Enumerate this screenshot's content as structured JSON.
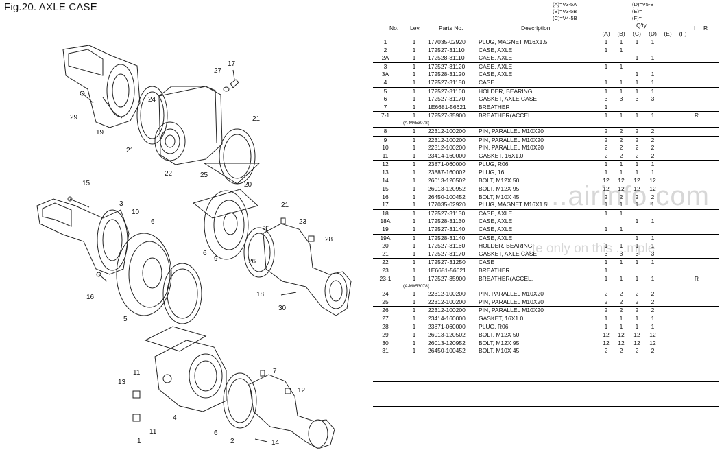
{
  "figure": {
    "title": "Fig.20.  AXLE CASE"
  },
  "model_key": [
    "(A)=V3-5A",
    "(B)=V3-5B",
    "(C)=V4-5B",
    "(D)=V5-B",
    "(E)=",
    "(F)="
  ],
  "table_header": {
    "no": "No.",
    "lev": "Lev.",
    "part_no": "Parts No.",
    "description": "Description",
    "qty": "Q'ty",
    "qty_cols": [
      "(A)",
      "(B)",
      "(C)",
      "(D)",
      "(E)",
      "(F)"
    ],
    "i": "I",
    "r": "R"
  },
  "parts": [
    {
      "no": "1",
      "lev": "1",
      "pn": "177035-02920",
      "desc": "PLUG, MAGNET M16X1.5",
      "q": [
        "1",
        "1",
        "1",
        "1"
      ],
      "r": "",
      "sep": false
    },
    {
      "no": "2",
      "lev": "1",
      "pn": "172527-31110",
      "desc": "CASE, AXLE",
      "q": [
        "1",
        "1",
        "",
        ""
      ],
      "r": "",
      "sep": false
    },
    {
      "no": "2A",
      "lev": "1",
      "pn": "172528-31110",
      "desc": "CASE, AXLE",
      "q": [
        "",
        "",
        "1",
        "1"
      ],
      "r": "",
      "sep": false
    },
    {
      "no": "3",
      "lev": "1",
      "pn": "172527-31120",
      "desc": "CASE, AXLE",
      "q": [
        "1",
        "1",
        "",
        ""
      ],
      "r": "",
      "sep": true
    },
    {
      "no": "3A",
      "lev": "1",
      "pn": "172528-31120",
      "desc": "CASE, AXLE",
      "q": [
        "",
        "",
        "1",
        "1"
      ],
      "r": "",
      "sep": false
    },
    {
      "no": "4",
      "lev": "1",
      "pn": "172527-31150",
      "desc": "CASE",
      "q": [
        "1",
        "1",
        "1",
        "1"
      ],
      "r": "",
      "sep": false
    },
    {
      "no": "5",
      "lev": "1",
      "pn": "172527-31160",
      "desc": "HOLDER, BEARING",
      "q": [
        "1",
        "1",
        "1",
        "1"
      ],
      "r": "",
      "sep": true
    },
    {
      "no": "6",
      "lev": "1",
      "pn": "172527-31170",
      "desc": "GASKET, AXLE CASE",
      "q": [
        "3",
        "3",
        "3",
        "3"
      ],
      "r": "",
      "sep": false
    },
    {
      "no": "7",
      "lev": "1",
      "pn": "1E6681-56621",
      "desc": "BREATHER",
      "q": [
        "1",
        "",
        "",
        ""
      ],
      "r": "",
      "sep": false
    },
    {
      "no": "7-1",
      "lev": "1",
      "pn": "172527-35900",
      "desc": "BREATHER(ACCEL.",
      "q": [
        "1",
        "1",
        "1",
        "1"
      ],
      "r": "R",
      "sep": true
    },
    {
      "note": "(A-M#53078)"
    },
    {
      "no": "8",
      "lev": "1",
      "pn": "22312-100200",
      "desc": "PIN, PARALLEL M10X20",
      "q": [
        "2",
        "2",
        "2",
        "2"
      ],
      "r": "",
      "sep": true
    },
    {
      "no": "9",
      "lev": "1",
      "pn": "22312-100200",
      "desc": "PIN, PARALLEL M10X20",
      "q": [
        "2",
        "2",
        "2",
        "2"
      ],
      "r": "",
      "sep": true
    },
    {
      "no": "10",
      "lev": "1",
      "pn": "22312-100200",
      "desc": "PIN, PARALLEL M10X20",
      "q": [
        "2",
        "2",
        "2",
        "2"
      ],
      "r": "",
      "sep": false
    },
    {
      "no": "11",
      "lev": "1",
      "pn": "23414-160000",
      "desc": "GASKET, 16X1.0",
      "q": [
        "2",
        "2",
        "2",
        "2"
      ],
      "r": "",
      "sep": false
    },
    {
      "no": "12",
      "lev": "1",
      "pn": "23871-060000",
      "desc": "PLUG, R06",
      "q": [
        "1",
        "1",
        "1",
        "1"
      ],
      "r": "",
      "sep": true
    },
    {
      "no": "13",
      "lev": "1",
      "pn": "23887-160002",
      "desc": "PLUG, 16",
      "q": [
        "1",
        "1",
        "1",
        "1"
      ],
      "r": "",
      "sep": false
    },
    {
      "no": "14",
      "lev": "1",
      "pn": "26013-120502",
      "desc": "BOLT, M12X 50",
      "q": [
        "12",
        "12",
        "12",
        "12"
      ],
      "r": "",
      "sep": false
    },
    {
      "no": "15",
      "lev": "1",
      "pn": "26013-120952",
      "desc": "BOLT, M12X 95",
      "q": [
        "12",
        "12",
        "12",
        "12"
      ],
      "r": "",
      "sep": true
    },
    {
      "no": "16",
      "lev": "1",
      "pn": "26450-100452",
      "desc": "BOLT, M10X 45",
      "q": [
        "2",
        "2",
        "2",
        "2"
      ],
      "r": "",
      "sep": false
    },
    {
      "no": "17",
      "lev": "1",
      "pn": "177035-02920",
      "desc": "PLUG, MAGNET M16X1.5",
      "q": [
        "1",
        "1",
        "1",
        "1"
      ],
      "r": "",
      "sep": false
    },
    {
      "no": "18",
      "lev": "1",
      "pn": "172527-31130",
      "desc": "CASE, AXLE",
      "q": [
        "1",
        "1",
        "",
        ""
      ],
      "r": "",
      "sep": true
    },
    {
      "no": "18A",
      "lev": "1",
      "pn": "172528-31130",
      "desc": "CASE, AXLE",
      "q": [
        "",
        "",
        "1",
        "1"
      ],
      "r": "",
      "sep": false
    },
    {
      "no": "19",
      "lev": "1",
      "pn": "172527-31140",
      "desc": "CASE, AXLE",
      "q": [
        "1",
        "1",
        "",
        ""
      ],
      "r": "",
      "sep": false
    },
    {
      "no": "19A",
      "lev": "1",
      "pn": "172528-31140",
      "desc": "CASE, AXLE",
      "q": [
        "",
        "",
        "1",
        "1"
      ],
      "r": "",
      "sep": true
    },
    {
      "no": "20",
      "lev": "1",
      "pn": "172527-31160",
      "desc": "HOLDER, BEARING",
      "q": [
        "1",
        "1",
        "1",
        "1"
      ],
      "r": "",
      "sep": false
    },
    {
      "no": "21",
      "lev": "1",
      "pn": "172527-31170",
      "desc": "GASKET, AXLE CASE",
      "q": [
        "3",
        "3",
        "3",
        "3"
      ],
      "r": "",
      "sep": false
    },
    {
      "no": "22",
      "lev": "1",
      "pn": "172527-31250",
      "desc": "CASE",
      "q": [
        "1",
        "1",
        "1",
        "1"
      ],
      "r": "",
      "sep": true
    },
    {
      "no": "23",
      "lev": "1",
      "pn": "1E6681-56621",
      "desc": "BREATHER",
      "q": [
        "1",
        "",
        "",
        ""
      ],
      "r": "",
      "sep": false
    },
    {
      "no": "23-1",
      "lev": "1",
      "pn": "172527-35900",
      "desc": "BREATHER(ACCEL.",
      "q": [
        "1",
        "1",
        "1",
        "1"
      ],
      "r": "R",
      "sep": false
    },
    {
      "note": "(A-M#53078)",
      "sep": true
    },
    {
      "no": "24",
      "lev": "1",
      "pn": "22312-100200",
      "desc": "PIN, PARALLEL M10X20",
      "q": [
        "2",
        "2",
        "2",
        "2"
      ],
      "r": "",
      "sep": false
    },
    {
      "no": "25",
      "lev": "1",
      "pn": "22312-100200",
      "desc": "PIN, PARALLEL M10X20",
      "q": [
        "2",
        "2",
        "2",
        "2"
      ],
      "r": "",
      "sep": false
    },
    {
      "no": "26",
      "lev": "1",
      "pn": "22312-100200",
      "desc": "PIN, PARALLEL M10X20",
      "q": [
        "2",
        "2",
        "2",
        "2"
      ],
      "r": "",
      "sep": true
    },
    {
      "no": "27",
      "lev": "1",
      "pn": "23414-160000",
      "desc": "GASKET, 16X1.0",
      "q": [
        "1",
        "1",
        "1",
        "1"
      ],
      "r": "",
      "sep": false
    },
    {
      "no": "28",
      "lev": "1",
      "pn": "23871-060000",
      "desc": "PLUG, R06",
      "q": [
        "1",
        "1",
        "1",
        "1"
      ],
      "r": "",
      "sep": false
    },
    {
      "no": "29",
      "lev": "1",
      "pn": "26013-120502",
      "desc": "BOLT, M12X 50",
      "q": [
        "12",
        "12",
        "12",
        "12"
      ],
      "r": "",
      "sep": true
    },
    {
      "no": "30",
      "lev": "1",
      "pn": "26013-120952",
      "desc": "BOLT, M12X 95",
      "q": [
        "12",
        "12",
        "12",
        "12"
      ],
      "r": "",
      "sep": false
    },
    {
      "no": "31",
      "lev": "1",
      "pn": "26450-100452",
      "desc": "BOLT, M10X 45",
      "q": [
        "2",
        "2",
        "2",
        "2"
      ],
      "r": "",
      "sep": false
    }
  ],
  "callouts": [
    "1",
    "2",
    "3",
    "4",
    "5",
    "6",
    "6",
    "6",
    "7",
    "9",
    "10",
    "11",
    "11",
    "12",
    "13",
    "14",
    "15",
    "16",
    "17",
    "18",
    "19",
    "20",
    "21",
    "21",
    "21",
    "22",
    "23",
    "24",
    "25",
    "26",
    "27",
    "28",
    "29",
    "30",
    "31"
  ],
  "watermark": {
    "main": "...airinfo.com",
    "sub": "...te only on this ...mple"
  }
}
